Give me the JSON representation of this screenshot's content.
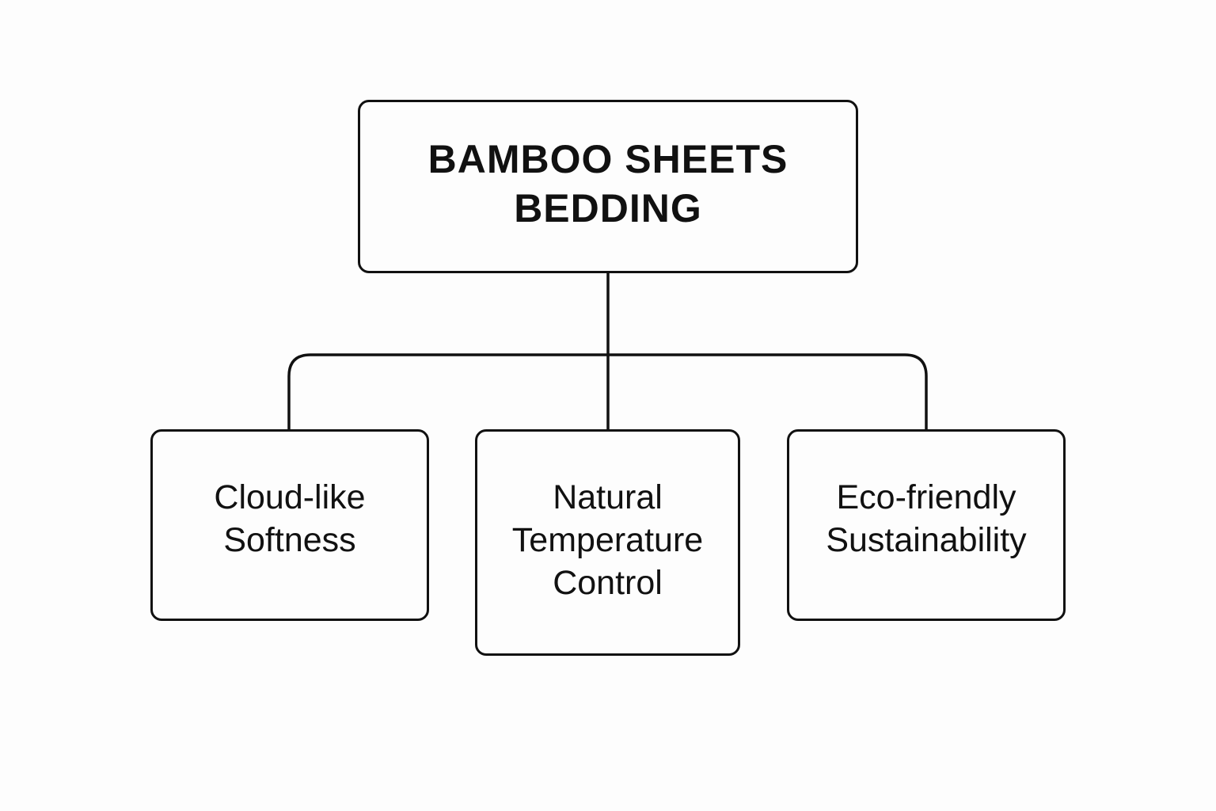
{
  "diagram": {
    "type": "hierarchy",
    "stroke_color": "#111111",
    "background_color": "#fdfdfd",
    "root": {
      "lines": [
        "BAMBOO SHEETS",
        "BEDDING"
      ]
    },
    "children": [
      {
        "lines": [
          "Cloud-like",
          "Softness"
        ]
      },
      {
        "lines": [
          "Natural",
          "Temperature",
          "Control"
        ]
      },
      {
        "lines": [
          "Eco-friendly",
          "Sustainability"
        ]
      }
    ]
  }
}
